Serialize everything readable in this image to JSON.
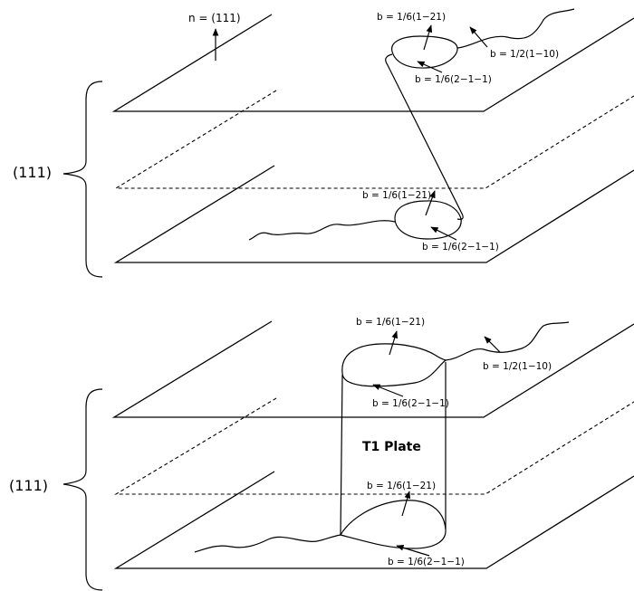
{
  "top": {
    "normal_label": "n = (111)",
    "planes_label": "(111)",
    "upper_loop": {
      "b_top": "b = 1/6(1−21)",
      "b_right": "b = 1/2(1−10)",
      "b_bottom": "b = 1/6(2−1−1)"
    },
    "lower_loop": {
      "b_top": "b = 1/6(1−21)",
      "b_bottom": "b = 1/6(2−1−1)"
    }
  },
  "bottom": {
    "planes_label": "(111)",
    "plate_label": "T1 Plate",
    "upper_loop": {
      "b_top": "b = 1/6(1−21)",
      "b_right": "b = 1/2(1−10)",
      "b_bottom": "b = 1/6(2−1−1)"
    },
    "lower_loop": {
      "b_top": "b = 1/6(1−21)",
      "b_bottom": "b = 1/6(2−1−1)"
    }
  }
}
